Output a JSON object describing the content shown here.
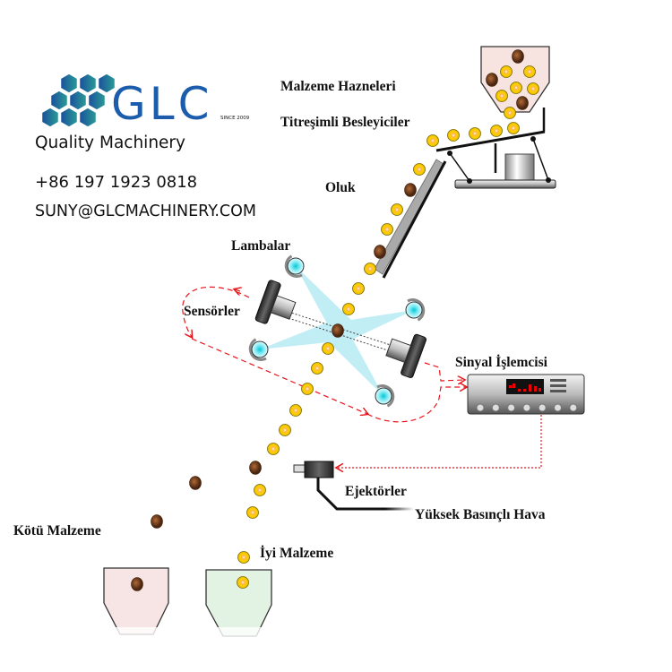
{
  "logo": {
    "brand": "GLC",
    "since": "SINCE 2009",
    "tagline": "Quality Machinery",
    "brand_color": "#1b5cad"
  },
  "contact": {
    "phone": "+86 197 1923 0818",
    "email": "SUNY@GLCMACHINERY.COM"
  },
  "labels": {
    "hopper": "Malzeme Hazneleri",
    "feeder": "Titreşimli Besleyiciler",
    "chute": "Oluk",
    "lamps": "Lambalar",
    "sensors": "Sensörler",
    "signal_processor": "Sinyal İşlemcisi",
    "ejectors": "Ejektörler",
    "high_pressure_air": "Yüksek Basınçlı Hava",
    "bad_material": "Kötü Malzeme",
    "good_material": "İyi Malzeme"
  },
  "colors": {
    "good": "#f5c400",
    "bad": "#7a4420",
    "signal": "#e8141b",
    "light": "#8fe0ee"
  }
}
